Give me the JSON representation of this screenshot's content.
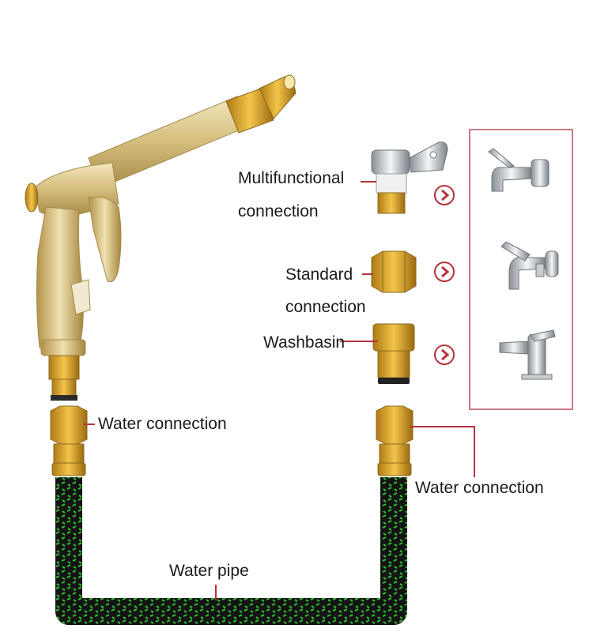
{
  "labels": {
    "multifunctional_line1": "Multifunctional",
    "multifunctional_line2": "connection",
    "standard_line1": "Standard",
    "standard_line2": "connection",
    "washbasin": "Washbasin",
    "water_connection_left": "Water connection",
    "water_connection_right": "Water connection",
    "water_pipe": "Water pipe"
  },
  "icons": {
    "arrow": "chevron-right-circle-icon",
    "faucets": [
      "wall-tap-icon",
      "garden-tap-icon",
      "basin-mixer-icon"
    ]
  },
  "colors": {
    "leader_line": "#b5323c",
    "arrow_ring": "#b5323c",
    "box_border": "#c97985",
    "brass": "#d4a93a",
    "gun_gold": "#d8c48a",
    "hose_black": "#141414",
    "hose_green": "#2fbf2f"
  }
}
